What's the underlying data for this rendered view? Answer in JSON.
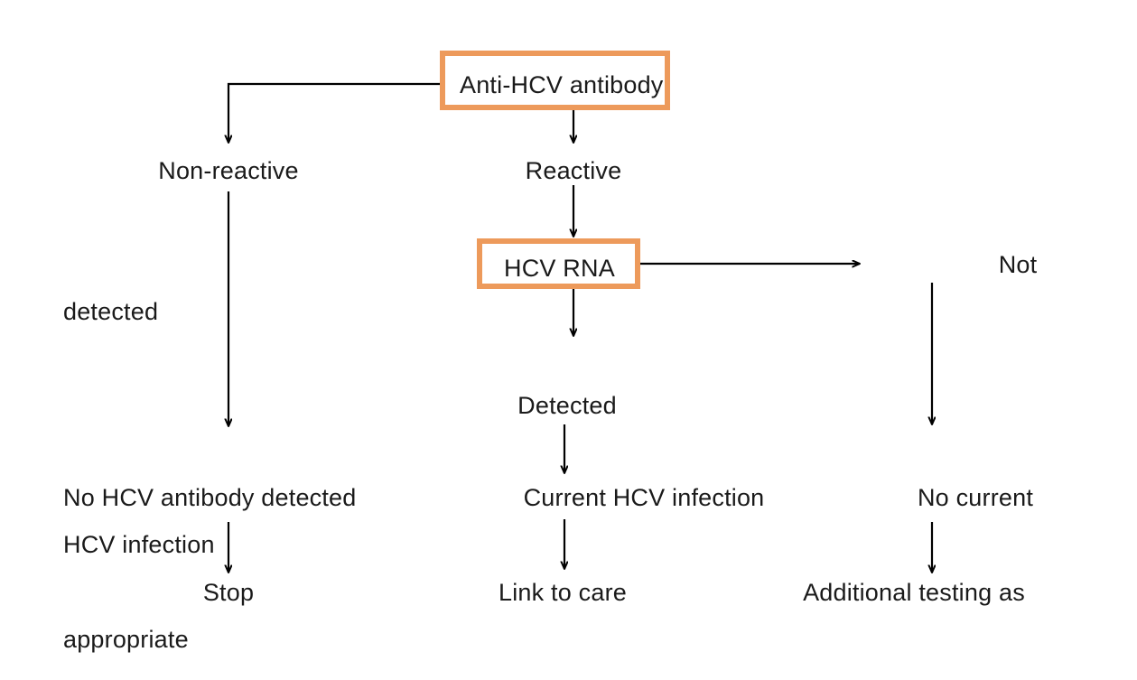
{
  "diagram": {
    "title": "HCV testing algorithm flowchart",
    "accent_color": "#ED9A5B",
    "line_color": "#000000",
    "text_color": "#1a1a1a",
    "background": "#ffffff"
  },
  "boxes": [
    {
      "id": "anti-hcv-antibody",
      "label": "Anti-HCV antibody"
    },
    {
      "id": "hcv-rna",
      "label": "HCV RNA"
    }
  ],
  "labels": {
    "non_reactive": "Non-reactive",
    "reactive": "Reactive",
    "detected_stray": "detected",
    "not": "Not",
    "detected": "Detected",
    "no_hcv_antibody_detected": "No HCV antibody detected",
    "hcv_infection": "HCV infection",
    "stop": "Stop",
    "appropriate": "appropriate",
    "current_hcv_infection": "Current HCV infection",
    "link_to_care": "Link to care",
    "no_current": "No current",
    "additional_testing_as": "Additional testing as"
  },
  "chart_data": {
    "type": "table",
    "title": "HCV testing algorithm",
    "nodes": [
      "Anti-HCV antibody",
      "Non-reactive",
      "Reactive",
      "HCV RNA",
      "detected",
      "Not",
      "Detected",
      "No HCV antibody detected",
      "HCV infection",
      "Stop",
      "appropriate",
      "Current HCV infection",
      "Link to care",
      "No current",
      "Additional testing as"
    ],
    "edges": [
      {
        "from": "Anti-HCV antibody",
        "to": "Non-reactive"
      },
      {
        "from": "Anti-HCV antibody",
        "to": "Reactive"
      },
      {
        "from": "Reactive",
        "to": "HCV RNA"
      },
      {
        "from": "Non-reactive",
        "to": "No HCV antibody detected"
      },
      {
        "from": "HCV RNA",
        "to": "Detected"
      },
      {
        "from": "HCV RNA",
        "to": "Not"
      },
      {
        "from": "Detected",
        "to": "Current HCV infection"
      },
      {
        "from": "Current HCV infection",
        "to": "Link to care"
      },
      {
        "from": "HCV infection",
        "to": "Stop"
      },
      {
        "from": "Not",
        "to": "No current"
      },
      {
        "from": "No current",
        "to": "Additional testing as"
      }
    ]
  }
}
